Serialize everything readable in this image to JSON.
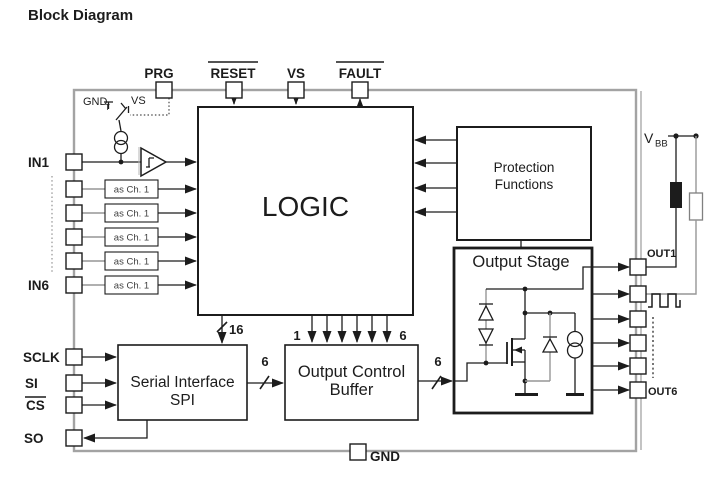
{
  "title": "Block Diagram",
  "pins": {
    "prg": "PRG",
    "reset": "RESET",
    "vs": "VS",
    "fault": "FAULT",
    "in1": "IN1",
    "in6": "IN6",
    "sclk": "SCLK",
    "si": "SI",
    "cs": "CS",
    "so": "SO",
    "out1": "OUT1",
    "out6": "OUT6",
    "gnd": "GND"
  },
  "supply": {
    "vbb_letter": "V",
    "vbb_sub": "BB"
  },
  "input_select": {
    "gnd_label": "GND",
    "gnd_sub": "T",
    "vs_label": "VS"
  },
  "blocks": {
    "logic": "LOGIC",
    "protection_l1": "Protection",
    "protection_l2": "Functions",
    "output_stage": "Output Stage",
    "spi_l1": "Serial Interface",
    "spi_l2": "SPI",
    "ocb_l1": "Output Control",
    "ocb_l2": "Buffer",
    "channel": "as Ch. 1"
  },
  "bus": {
    "logic_spi": "16",
    "spi_ocb": "6",
    "ocb_stage": "6",
    "first": "1",
    "last": "6"
  },
  "colors": {
    "line": "#1c1c1c",
    "boundary": "#a3a3a3",
    "gray_wire": "#969696"
  }
}
